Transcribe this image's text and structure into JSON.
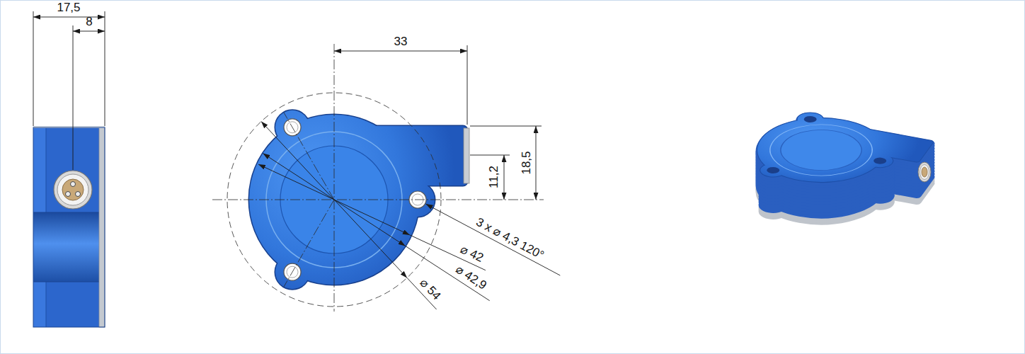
{
  "diagram": {
    "labels": [
      "17,5",
      "8",
      "33",
      "11,2",
      "18,5",
      "3 x ⌀ 4,3 120°",
      "⌀ 42",
      "⌀ 42,9",
      "⌀ 54"
    ]
  }
}
